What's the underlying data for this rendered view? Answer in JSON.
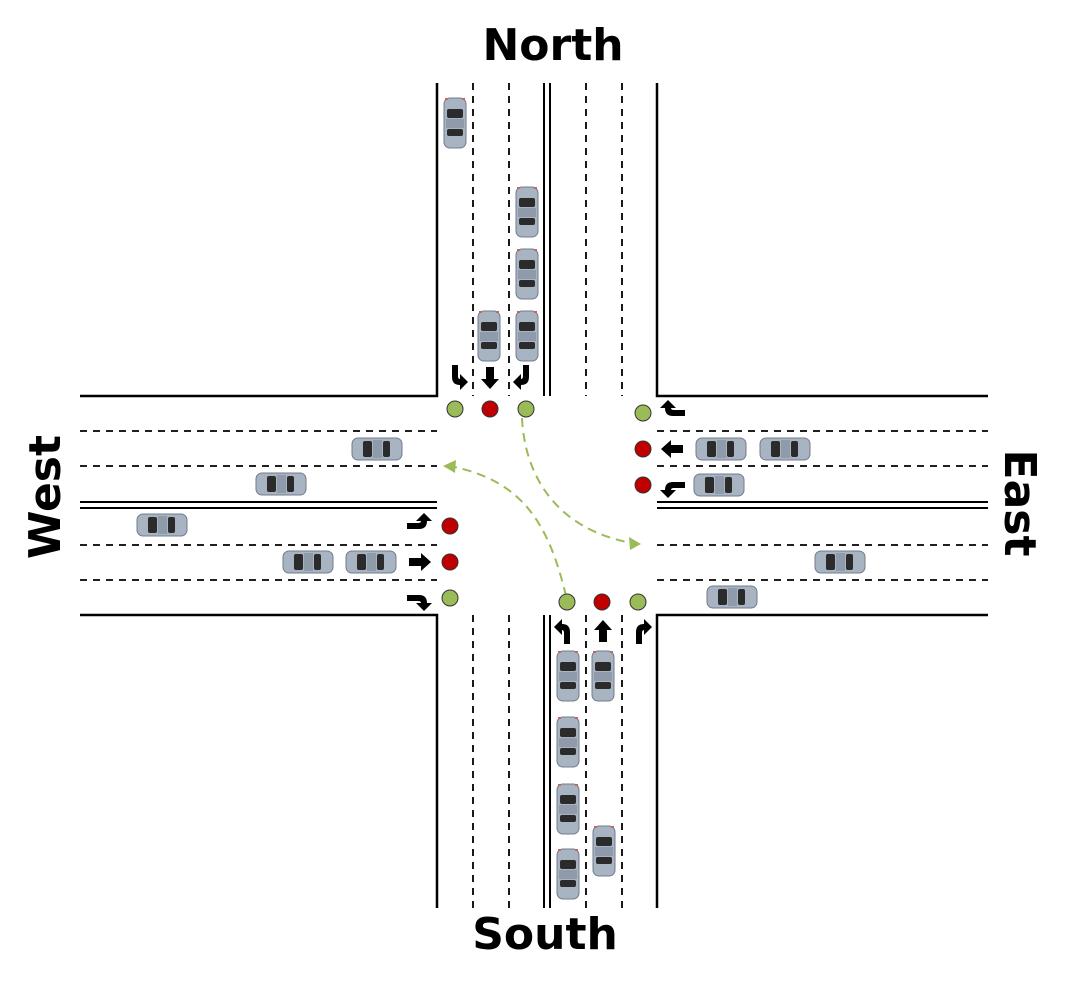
{
  "labels": {
    "north": "North",
    "south": "South",
    "west": "West",
    "east": "East"
  },
  "colors": {
    "signal_green": "#9bbb59",
    "signal_red": "#c00000",
    "path_dashed": "#9bbb59",
    "car_body": "#a9b4c2",
    "car_glass": "#2b2b2b",
    "road_line": "#000000"
  },
  "signals": {
    "north": [
      "green",
      "red",
      "green"
    ],
    "south": [
      "green",
      "red",
      "green"
    ],
    "west": [
      "red",
      "red",
      "green"
    ],
    "east": [
      "green",
      "red",
      "red"
    ]
  },
  "icons": [
    "turn-left-arrow-icon",
    "straight-arrow-icon",
    "turn-right-arrow-icon",
    "car-icon"
  ]
}
